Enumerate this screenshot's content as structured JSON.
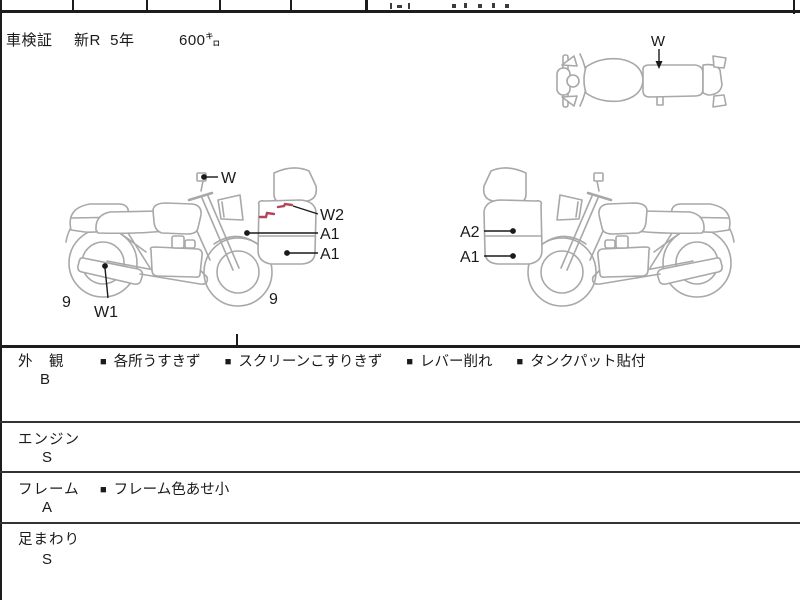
{
  "header": {
    "inspection_label": "車検証",
    "registration": "新R  5年",
    "mileage": "600㌔"
  },
  "top_diagram": {
    "label_w": "W"
  },
  "left_diagram": {
    "label_w": "W",
    "label_w2": "W2",
    "label_a1_upper": "A1",
    "label_a1_lower": "A1",
    "label_w1": "W1",
    "label_9_rear": "9",
    "label_9_front": "9"
  },
  "right_diagram": {
    "label_a2": "A2",
    "label_a1": "A1"
  },
  "marker": "■",
  "sections": [
    {
      "name": "外　観",
      "grade": "B",
      "items": [
        "各所うすきず",
        "スクリーンこすりきず",
        "レバー削れ",
        "タンクパット貼付"
      ]
    },
    {
      "name": "エンジン",
      "grade": "S",
      "items": []
    },
    {
      "name": "フレーム",
      "grade": "A",
      "items": [
        "フレーム色あせ小"
      ]
    },
    {
      "name": "足まわり",
      "grade": "S",
      "items": []
    }
  ],
  "colors": {
    "sketch_gray": "#a8a8a8",
    "damage_red": "#b2455a",
    "border": "#1c1c1c"
  }
}
